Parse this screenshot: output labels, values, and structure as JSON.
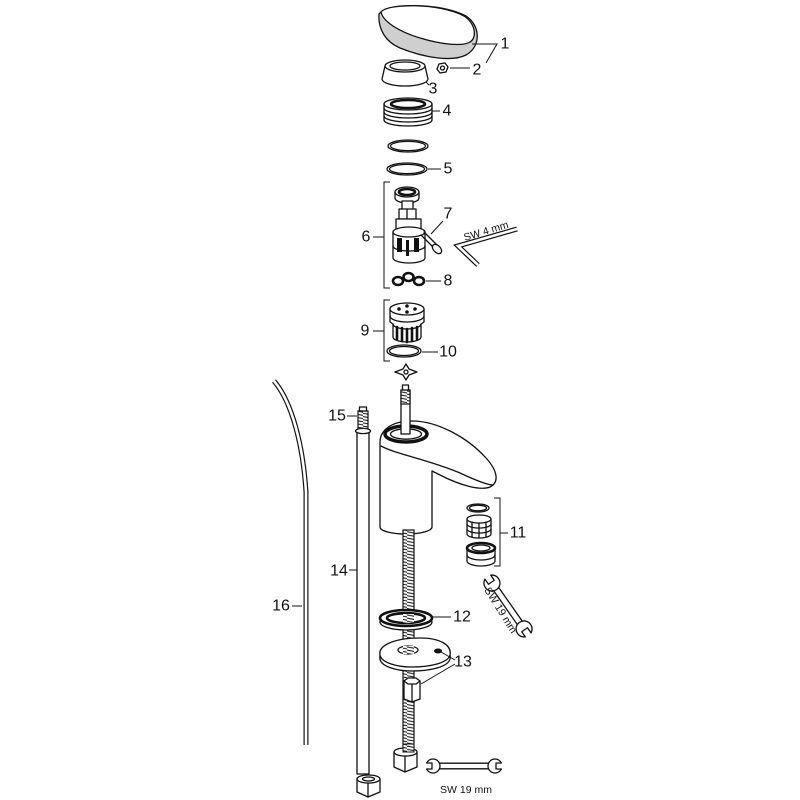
{
  "callouts": [
    "1",
    "2",
    "3",
    "4",
    "5",
    "6",
    "7",
    "8",
    "9",
    "10",
    "11",
    "12",
    "13",
    "14",
    "15",
    "16"
  ],
  "tool_labels": {
    "allen_key": "SW 4 mm",
    "aerator_wrench": "SW 19 mm",
    "base_wrench": "SW 19 mm"
  },
  "colors": {
    "line": "#111111",
    "background": "#ffffff"
  }
}
